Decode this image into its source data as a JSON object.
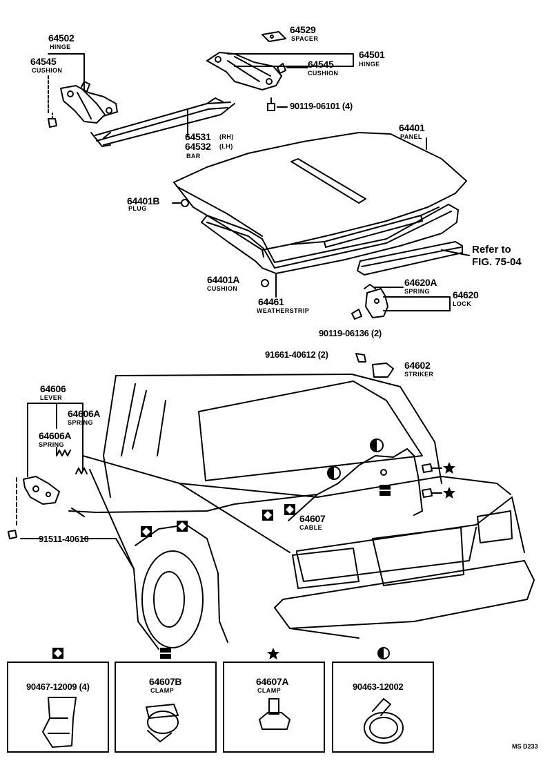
{
  "parts": {
    "hinge_lh": {
      "pn": "64502",
      "name": "HINGE"
    },
    "cushion_lh": {
      "pn": "64545",
      "name": "CUSHION"
    },
    "spacer": {
      "pn": "64529",
      "name": "SPACER"
    },
    "hinge_rh": {
      "pn": "64501",
      "name": "HINGE"
    },
    "cushion_rh": {
      "pn": "64545",
      "name": "CUSHION"
    },
    "bolt_hinge": {
      "pn": "90119-06101 (4)"
    },
    "panel": {
      "pn": "64401",
      "name": "PANEL"
    },
    "bar_rh": {
      "pn": "64531",
      "suffix": "(RH)"
    },
    "bar_lh": {
      "pn": "64532",
      "suffix": "(LH)",
      "name": "BAR"
    },
    "plug": {
      "pn": "64401B",
      "name": "PLUG"
    },
    "cushion_a": {
      "pn": "64401A",
      "name": "CUSHION"
    },
    "weatherstrip": {
      "pn": "64461",
      "name": "WEATHERSTRIP"
    },
    "refer": {
      "line1": "Refer to",
      "line2": "FIG. 75-04"
    },
    "spring_lock": {
      "pn": "64620A",
      "name": "SPRING"
    },
    "lock": {
      "pn": "64620",
      "name": "LOCK"
    },
    "bolt_lock": {
      "pn": "90119-06136 (2)"
    },
    "bolt_striker": {
      "pn": "91661-40612 (2)"
    },
    "striker": {
      "pn": "64602",
      "name": "STRIKER"
    },
    "lever": {
      "pn": "64606",
      "name": "LEVER"
    },
    "spring_1": {
      "pn": "64606A",
      "name": "SPRING"
    },
    "spring_2": {
      "pn": "64606A",
      "name": "SPRING"
    },
    "bolt_lever": {
      "pn": "91511-40610"
    },
    "cable": {
      "pn": "64607",
      "name": "CABLE"
    }
  },
  "legend_boxes": [
    {
      "symbol": "diamond-square",
      "pn": "90467-12009 (4)",
      "name": ""
    },
    {
      "symbol": "double-bar",
      "pn": "64607B",
      "name": "CLAMP"
    },
    {
      "symbol": "star",
      "pn": "64607A",
      "name": "CLAMP"
    },
    {
      "symbol": "half-circle",
      "pn": "90463-12002",
      "name": ""
    }
  ],
  "figure_code": "MS D233"
}
